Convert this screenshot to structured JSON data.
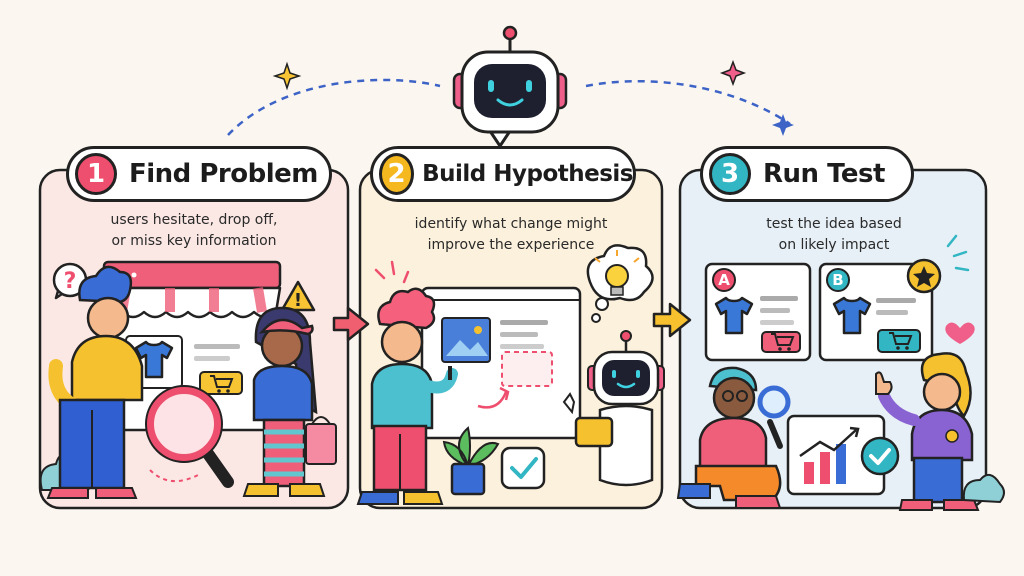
{
  "steps": [
    {
      "number": "1",
      "title": "Find Problem",
      "description": [
        "users hesitate, drop off,",
        "or miss key information"
      ],
      "accent": "#ef4f6e",
      "panel_bg": "#fbe8e4"
    },
    {
      "number": "2",
      "title": "Build Hypothesis",
      "description": [
        "identify what change might",
        "improve the experience"
      ],
      "accent": "#f6b81f",
      "panel_bg": "#fcf1dc"
    },
    {
      "number": "3",
      "title": "Run Test",
      "description": [
        "test the idea based",
        "on likely impact"
      ],
      "accent": "#33b6c3",
      "panel_bg": "#e7f0f6"
    }
  ],
  "variants": {
    "a": "A",
    "b": "B"
  },
  "icons": [
    "robot-icon",
    "sparkle-icon",
    "question-icon",
    "warning-icon",
    "arrow-right-icon",
    "lightbulb-icon",
    "shopping-cart-icon",
    "tshirt-icon",
    "image-icon",
    "checkmark-icon",
    "star-icon",
    "heart-icon",
    "magnifier-icon",
    "bar-chart-icon",
    "plant-icon",
    "tablet-icon",
    "shopping-bag-icon"
  ],
  "colors": {
    "outline": "#222222",
    "background": "#fbf7f0",
    "accent_pink": "#ef4f6e",
    "accent_yellow": "#f6b81f",
    "accent_teal": "#33b6c3",
    "connector_blue": "#3d63c7"
  }
}
